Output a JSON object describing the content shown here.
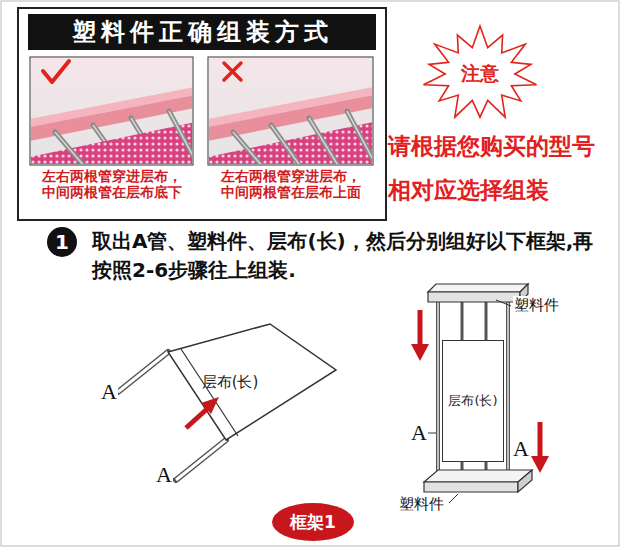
{
  "diagram": {
    "nodes": [
      {
        "text": [
          "塑料件正确组装方式"
        ]
      },
      {
        "text": [
          "左右两根管穿进层布，中间两根管在层布底下"
        ]
      },
      {
        "text": [
          "左右两根管穿进层布，中间两根管在层布上面"
        ]
      },
      {
        "text": [
          "注意"
        ]
      },
      {
        "text": [
          "1"
        ]
      },
      {
        "text": [
          "层布(长)"
        ]
      },
      {
        "text": [
          "层布(长)"
        ]
      },
      {
        "text": [
          "框架1"
        ]
      }
    ],
    "labels": [
      "请根据您购买的型号 相对应选择组装",
      "取出A管、塑料件、层布(长)，然后分别组好以下框架,再按照2-6步骤往上组装.",
      "A",
      "A",
      "塑料件",
      "A",
      "A",
      "塑料件"
    ]
  }
}
